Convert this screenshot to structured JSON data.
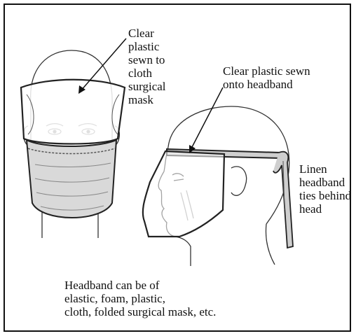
{
  "labels": {
    "front_face": "Clear\nplastic\nsewn to\ncloth\nsurgical\nmask",
    "side_face": "Clear plastic sewn\nonto headband",
    "linen": "Linen\nheadband\nties behind\nhead",
    "headband_note": "Headband can be of\nelastic, foam, plastic,\ncloth, folded surgical mask, etc."
  },
  "colors": {
    "line": "#222222",
    "mask_fill": "#d9d9d9",
    "band_fill": "#cfcfcf"
  }
}
